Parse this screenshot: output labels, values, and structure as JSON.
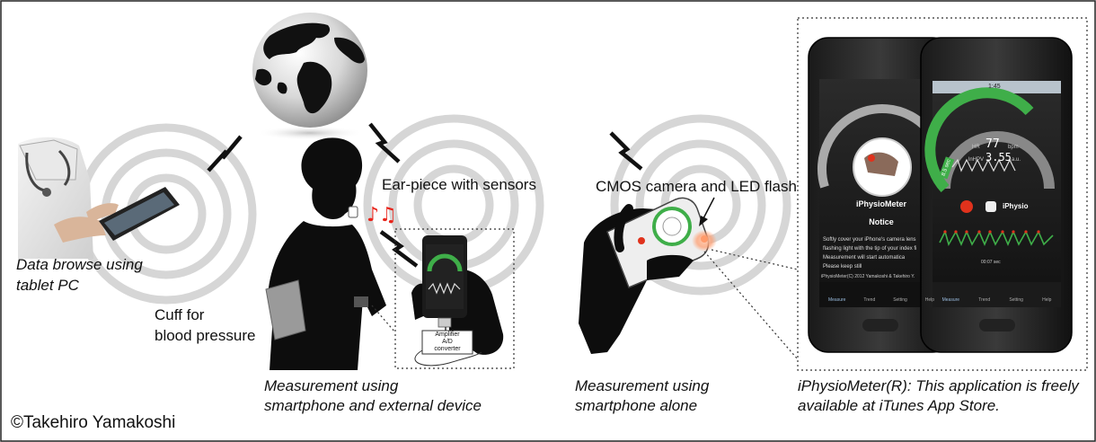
{
  "labels": {
    "tablet_caption_line1": "Data browse using",
    "tablet_caption_line2": "tablet PC",
    "cuff_line1": "Cuff for",
    "cuff_line2": "blood pressure",
    "earpiece": "Ear-piece with sensors",
    "external_caption_line1": "Measurement using",
    "external_caption_line2": "smartphone and external device",
    "camera": "CMOS camera and LED flash",
    "alone_caption_line1": "Measurement using",
    "alone_caption_line2": "smartphone alone",
    "app_caption_line1": "iPhysioMeter(R): This application is freely",
    "app_caption_line2": "available at iTunes App Store.",
    "credit": "©Takehiro Yamakoshi"
  },
  "device_box": {
    "amplifier_line1": "Amplifier",
    "amplifier_line2": "A/D",
    "amplifier_line3": "converter"
  },
  "phone_left": {
    "title": "iPhysioMeter",
    "notice": "Notice",
    "text_lines": [
      "Softly cover your iPhone's camera lens",
      "flashing light with the tip of your index fi",
      "Measurement will start automatica",
      "Please keep still"
    ],
    "footer": "iPhysioMeter(C) 2012 Yamakoshi & Takehiro Y.",
    "tabs": [
      "Measure",
      "Trend",
      "Setting",
      "Help"
    ]
  },
  "phone_right": {
    "status_time": "1:45",
    "hr_label": "HR",
    "hr_value": "77",
    "hr_unit": "bpm",
    "lnhpv_label": "lnHPV",
    "lnhpv_value": "3.55",
    "lnhpv_unit": "a.u.",
    "side_label": "8.5 sec",
    "app_name": "iPhysio",
    "footer_small": "00:07 sec",
    "tabs": [
      "Measure",
      "Trend",
      "Setting",
      "Help"
    ]
  },
  "colors": {
    "gauge_green": "#3fae49",
    "record_red": "#e0321c",
    "music_red": "#e8241b",
    "led_glow": "#ff9a6a"
  }
}
